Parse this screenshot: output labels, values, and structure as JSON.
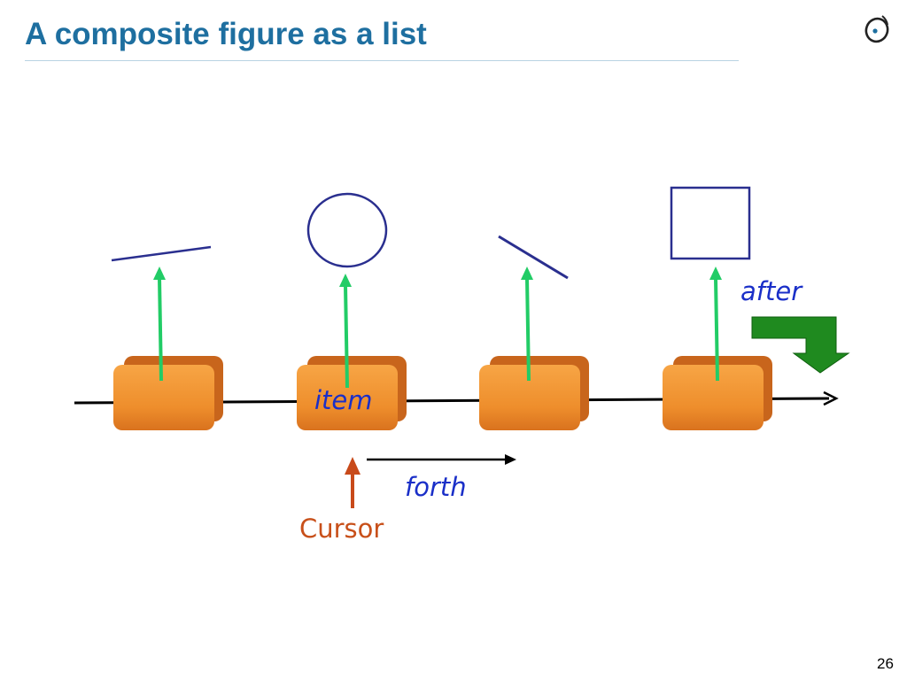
{
  "slide": {
    "title": "A composite figure as a list",
    "page_number": "26"
  },
  "labels": {
    "item": "item",
    "after": "after",
    "forth": "forth",
    "cursor": "Cursor"
  },
  "logo": {
    "icon": "eiffel-logo-icon"
  },
  "colors": {
    "title": "#1e6fa0",
    "cell": "#f0922e",
    "cell_dark": "#c8651c",
    "reference_arrow": "#22cc66",
    "figure_stroke": "#2a2f8f",
    "label_blue": "#1a2fc8",
    "cursor_arrow": "#c84a1a",
    "after_arrow": "#1f8a1f"
  }
}
